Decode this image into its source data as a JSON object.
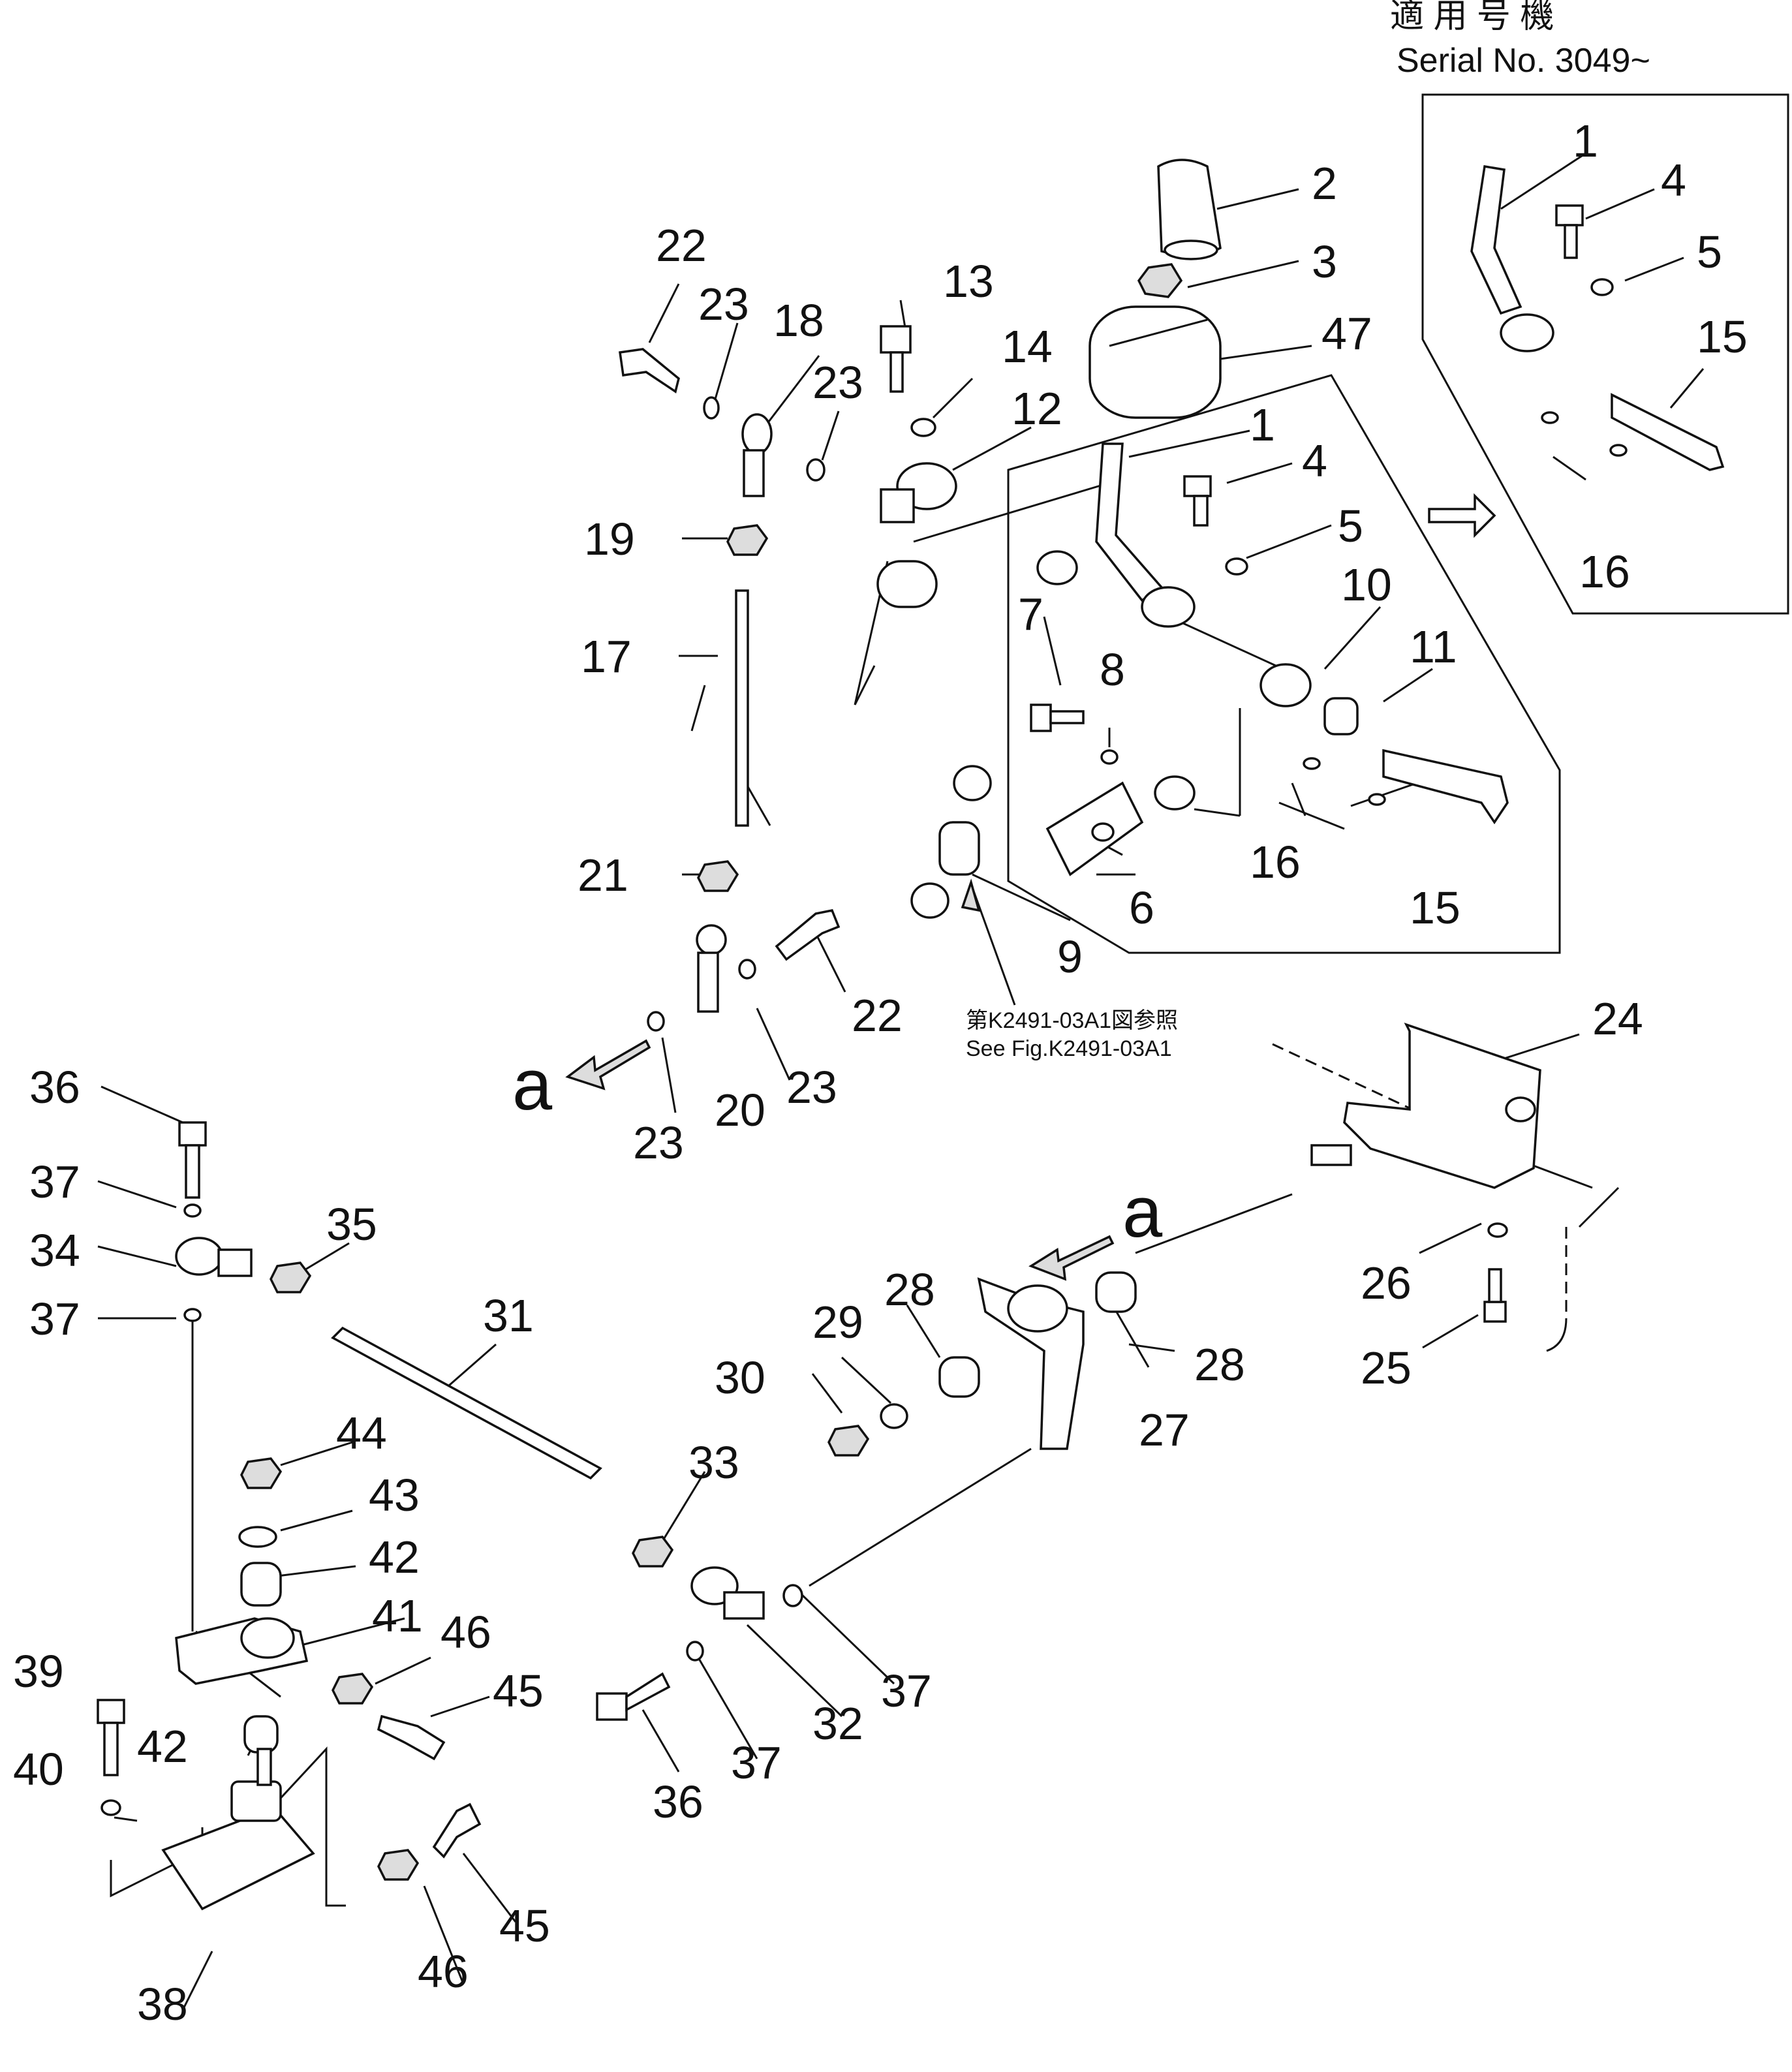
{
  "header": {
    "applicable_jp": "適 用 号 機",
    "serial": "Serial No. 3049~"
  },
  "reference": {
    "jp": "第K2491-03A1図参照",
    "en": "See Fig.K2491-03A1"
  },
  "arrow_marks": {
    "a1": "a",
    "a2": "a"
  },
  "callouts": [
    "22",
    "23",
    "18",
    "13",
    "14",
    "23",
    "12",
    "2",
    "3",
    "47",
    "1",
    "4",
    "5",
    "19",
    "17",
    "7",
    "8",
    "10",
    "11",
    "21",
    "9",
    "6",
    "16",
    "15",
    "22",
    "23",
    "20",
    "23",
    "23",
    "1",
    "4",
    "5",
    "15",
    "16",
    "24",
    "36",
    "37",
    "34",
    "37",
    "35",
    "31",
    "28",
    "29",
    "30",
    "28",
    "27",
    "26",
    "25",
    "44",
    "43",
    "42",
    "33",
    "41",
    "46",
    "39",
    "42",
    "40",
    "45",
    "36",
    "37",
    "32",
    "37",
    "38",
    "46",
    "45"
  ]
}
